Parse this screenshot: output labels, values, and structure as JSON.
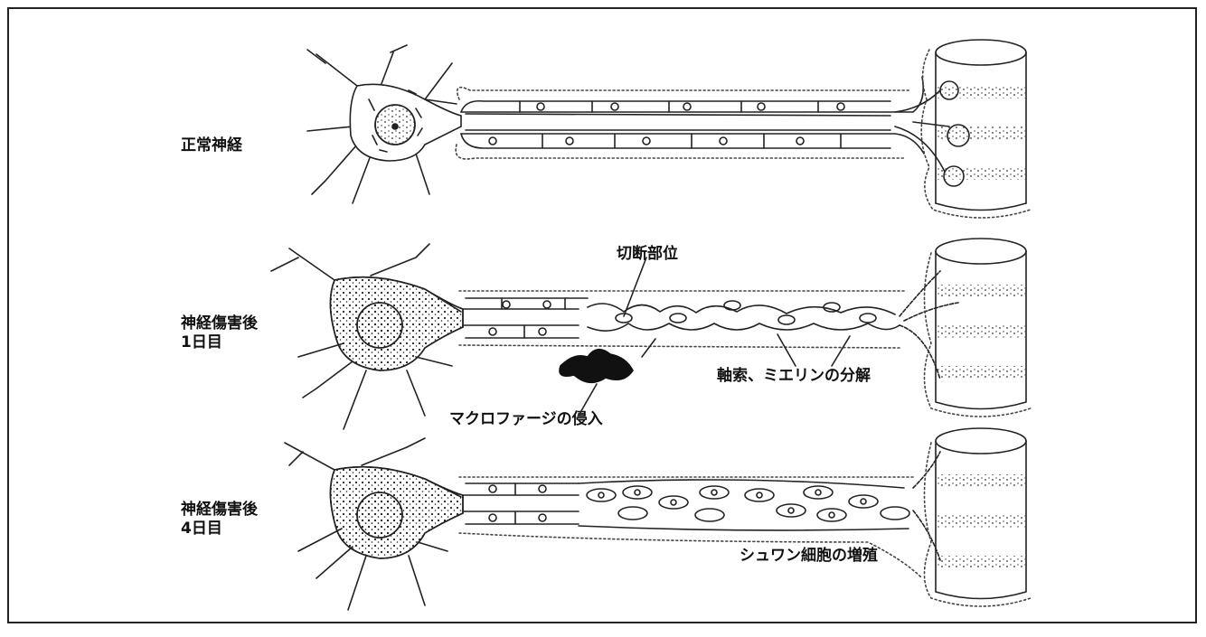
{
  "rows": [
    {
      "label_line1": "正常神経",
      "label_line2": ""
    },
    {
      "label_line1": "神経傷害後",
      "label_line2": "1日目"
    },
    {
      "label_line1": "神経傷害後",
      "label_line2": "4日目"
    }
  ],
  "annotations": {
    "cut_site": "切断部位",
    "axon_myelin_breakdown": "軸索、ミエリンの分解",
    "macrophage_invasion": "マクロファージの侵入",
    "schwann_proliferation": "シュワン細胞の増殖"
  }
}
